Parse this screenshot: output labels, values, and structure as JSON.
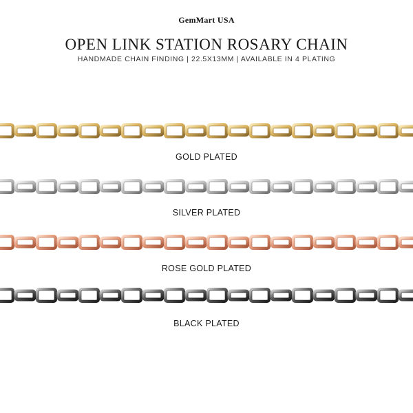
{
  "brand": "GemMart USA",
  "title": "OPEN LINK STATION ROSARY CHAIN",
  "subtitle": "HANDMADE CHAIN FINDING | 22.5X13MM | AVAILABLE IN 4 PLATING",
  "platings": [
    {
      "label": "GOLD PLATED",
      "colors": {
        "dark": "#8a6a2e",
        "mid": "#d9b25e",
        "light": "#f7e6b4"
      }
    },
    {
      "label": "SILVER PLATED",
      "colors": {
        "dark": "#6e6e6e",
        "mid": "#bdbdbd",
        "light": "#f4f4f4"
      }
    },
    {
      "label": "ROSE GOLD PLATED",
      "colors": {
        "dark": "#a8583b",
        "mid": "#e39a7a",
        "light": "#fbd9c6"
      }
    },
    {
      "label": "BLACK PLATED",
      "colors": {
        "dark": "#1c1c1c",
        "mid": "#5a5a5a",
        "light": "#c8c8c8"
      }
    }
  ]
}
